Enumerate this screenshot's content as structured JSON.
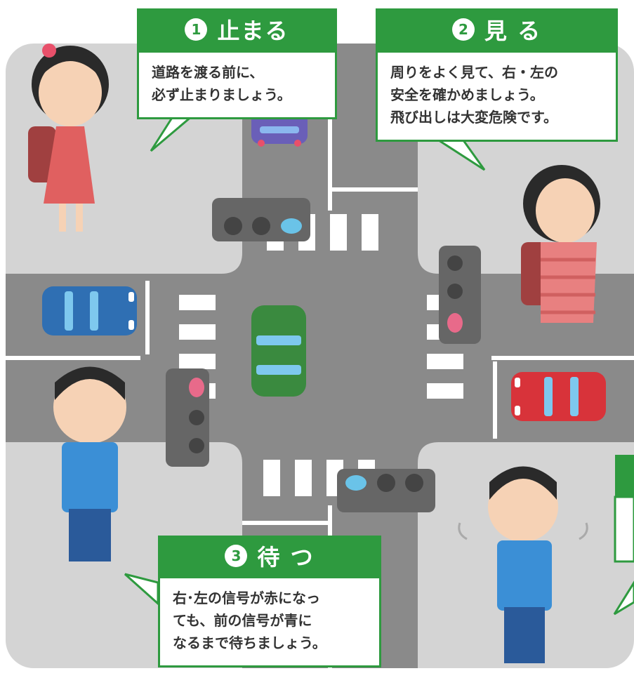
{
  "callouts": [
    {
      "num": "1",
      "title": "止まる",
      "lines": [
        "道路を渡る前に、",
        "必ず止まりましょう。"
      ]
    },
    {
      "num": "2",
      "title": "見 る",
      "lines": [
        "周りをよく見て、右・左の",
        "安全を確かめましょう。",
        "飛び出しは大変危険です。"
      ]
    },
    {
      "num": "3",
      "title": "待 つ",
      "lines": [
        "右･左の信号が赤になっ",
        "ても、前の信号が青に",
        "なるまで待ちましょう。"
      ]
    }
  ],
  "colors": {
    "accent_green": "#2e9a3f",
    "road": "#8a8a8a",
    "sidewalk": "#d4d4d4",
    "car_purple": "#6a5fb8",
    "car_blue": "#2f6fb3",
    "car_green": "#3a8a3f",
    "car_red": "#d8333a",
    "signal_red": "#e86a8a",
    "signal_blue": "#6ac3e8"
  }
}
